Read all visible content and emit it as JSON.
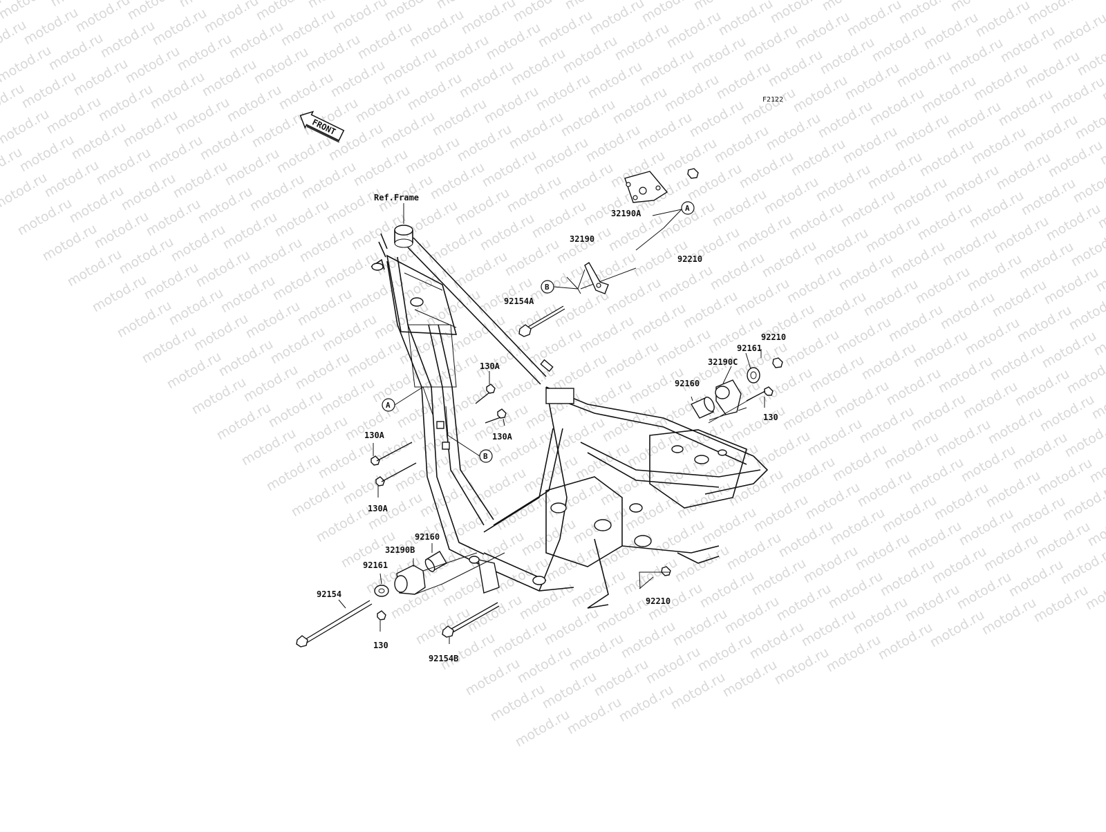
{
  "watermark": {
    "text": "motod.ru"
  },
  "diagram": {
    "code": "F2122",
    "front_label": "FRONT",
    "ref_frame_label": "Ref.Frame",
    "callouts": [
      "A",
      "B",
      "A",
      "B"
    ],
    "parts": [
      "32190A",
      "32190",
      "92210",
      "92154A",
      "92210",
      "92161",
      "32190C",
      "92160",
      "130",
      "130A",
      "130A",
      "130A",
      "130A",
      "92160",
      "32190B",
      "92161",
      "92154",
      "130",
      "92154B",
      "92210"
    ]
  }
}
